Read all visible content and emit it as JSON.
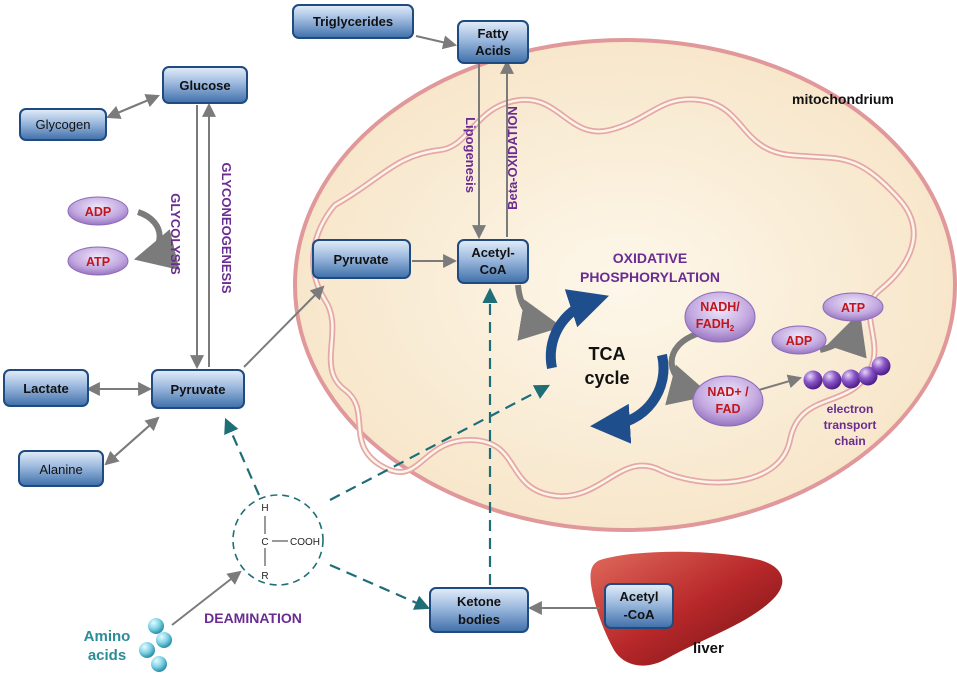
{
  "labels": {
    "mitochondrion": "mitochondrium",
    "glycolysis": "GLYCOLYSIS",
    "glyconeogenesis": "GLYCONEOGENESIS",
    "lipogenesis": "Lipogenesis",
    "beta_oxidation": "Beta-OXIDATION",
    "oxidative_line1": "OXIDATIVE",
    "oxidative_line2": "PHOSPHORYLATION",
    "deamination": "DEAMINATION",
    "liver": "liver",
    "amino_line1": "Amino",
    "amino_line2": "acids",
    "tca_line1": "TCA",
    "tca_line2": "cycle",
    "etc_line1": "electron",
    "etc_line2": "transport",
    "etc_line3": "chain"
  },
  "boxes": {
    "triglycerides": "Triglycerides",
    "fatty_acids_1": "Fatty",
    "fatty_acids_2": "Acids",
    "glucose": "Glucose",
    "glycogen": "Glycogen",
    "pyruvate_mito": "Pyruvate",
    "acetyl_coa_mito_1": "Acetyl-",
    "acetyl_coa_mito_2": "CoA",
    "lactate": "Lactate",
    "pyruvate": "Pyruvate",
    "alanine": "Alanine",
    "ketone_1": "Ketone",
    "ketone_2": "bodies",
    "acetyl_coa_liver_1": "Acetyl",
    "acetyl_coa_liver_2": "-CoA"
  },
  "ellipses": {
    "adp_left": "ADP",
    "atp_left": "ATP",
    "nadh_1": "NADH/",
    "nadh_2": "FADH",
    "nadh_sub": "2",
    "nad_1": "NAD+ /",
    "nad_2": "FAD",
    "adp_right": "ADP",
    "atp_right": "ATP"
  },
  "amino_structure": {
    "h": "H",
    "c": "C",
    "cooh": "COOH",
    "r": "R"
  },
  "colors": {
    "box_fill_top": "#dce8f8",
    "box_fill_bottom": "#4f7fb8",
    "box_stroke": "#1f4b80",
    "ellipse_fill": "#b69ad6",
    "ellipse_text": "#c0151b",
    "mito_fill": "#fbf1dc",
    "mito_stroke": "#d98a8a",
    "label_purple": "#6a2c91",
    "teal": "#2a8c97",
    "arrow_grey": "#777777",
    "tca_blue": "#1f4e8c",
    "liver_red": "#b8282a"
  }
}
